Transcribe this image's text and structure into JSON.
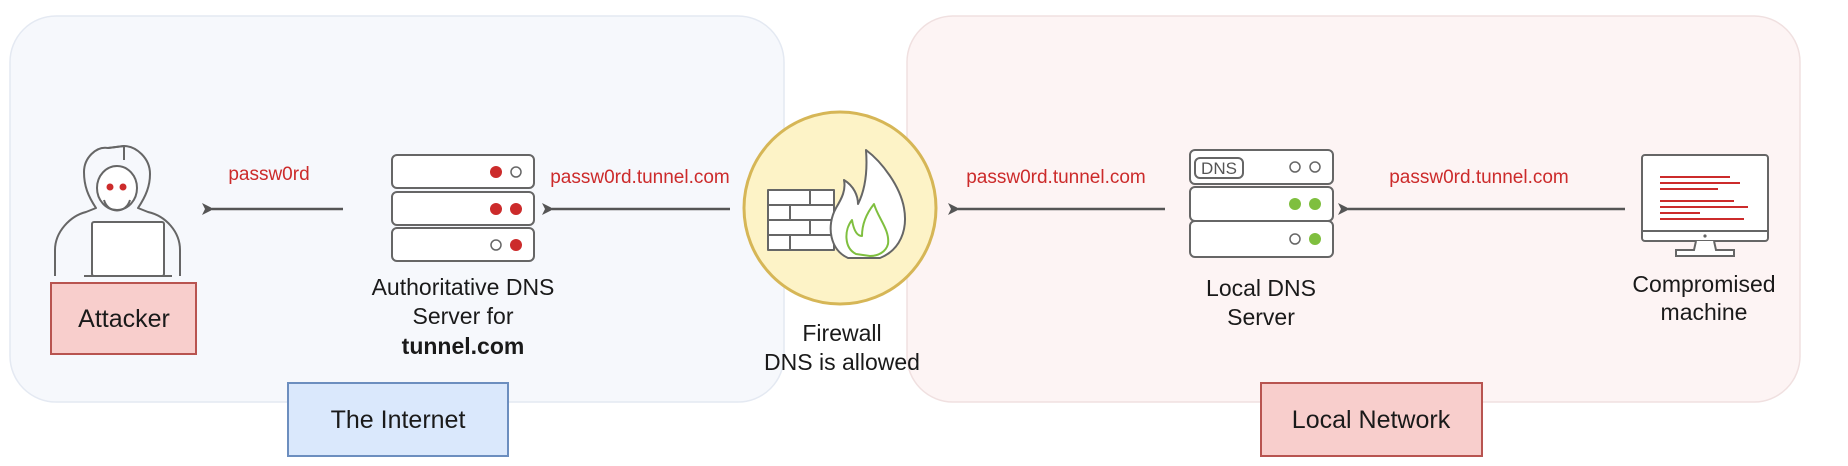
{
  "zones": {
    "internet": {
      "label": "The Internet",
      "fill": "#dae8fc",
      "stroke": "#6c8ebf"
    },
    "local": {
      "label": "Local Network",
      "fill": "#f8cecc",
      "stroke": "#b85450"
    }
  },
  "nodes": {
    "attacker": {
      "label": "Attacker",
      "icon": "hacker-icon"
    },
    "auth_dns": {
      "label_line1": "Authoritative DNS",
      "label_line2": "Server for",
      "label_line3": "tunnel.com",
      "icon": "server-icon"
    },
    "firewall": {
      "label_line1": "Firewall",
      "label_line2": "DNS is allowed",
      "icon": "firewall-icon"
    },
    "local_dns": {
      "label_line1": "Local DNS",
      "label_line2": "Server",
      "badge": "DNS",
      "icon": "dns-server-icon"
    },
    "compromised": {
      "label_line1": "Compromised",
      "label_line2": "machine",
      "icon": "monitor-icon"
    }
  },
  "edges": [
    {
      "from": "compromised",
      "to": "local_dns",
      "label": "passw0rd.tunnel.com"
    },
    {
      "from": "local_dns",
      "to": "firewall",
      "label": "passw0rd.tunnel.com"
    },
    {
      "from": "firewall",
      "to": "auth_dns",
      "label": "passw0rd.tunnel.com"
    },
    {
      "from": "auth_dns",
      "to": "attacker",
      "label": "passw0rd"
    }
  ],
  "colors": {
    "accent_red": "#cc2b2b",
    "accent_green": "#7fbf3f",
    "firewall_fill": "#fdf3c7",
    "firewall_stroke": "#d6b656",
    "zone_left_bg": "#f6f8fc",
    "zone_right_bg": "#fdf4f4"
  }
}
